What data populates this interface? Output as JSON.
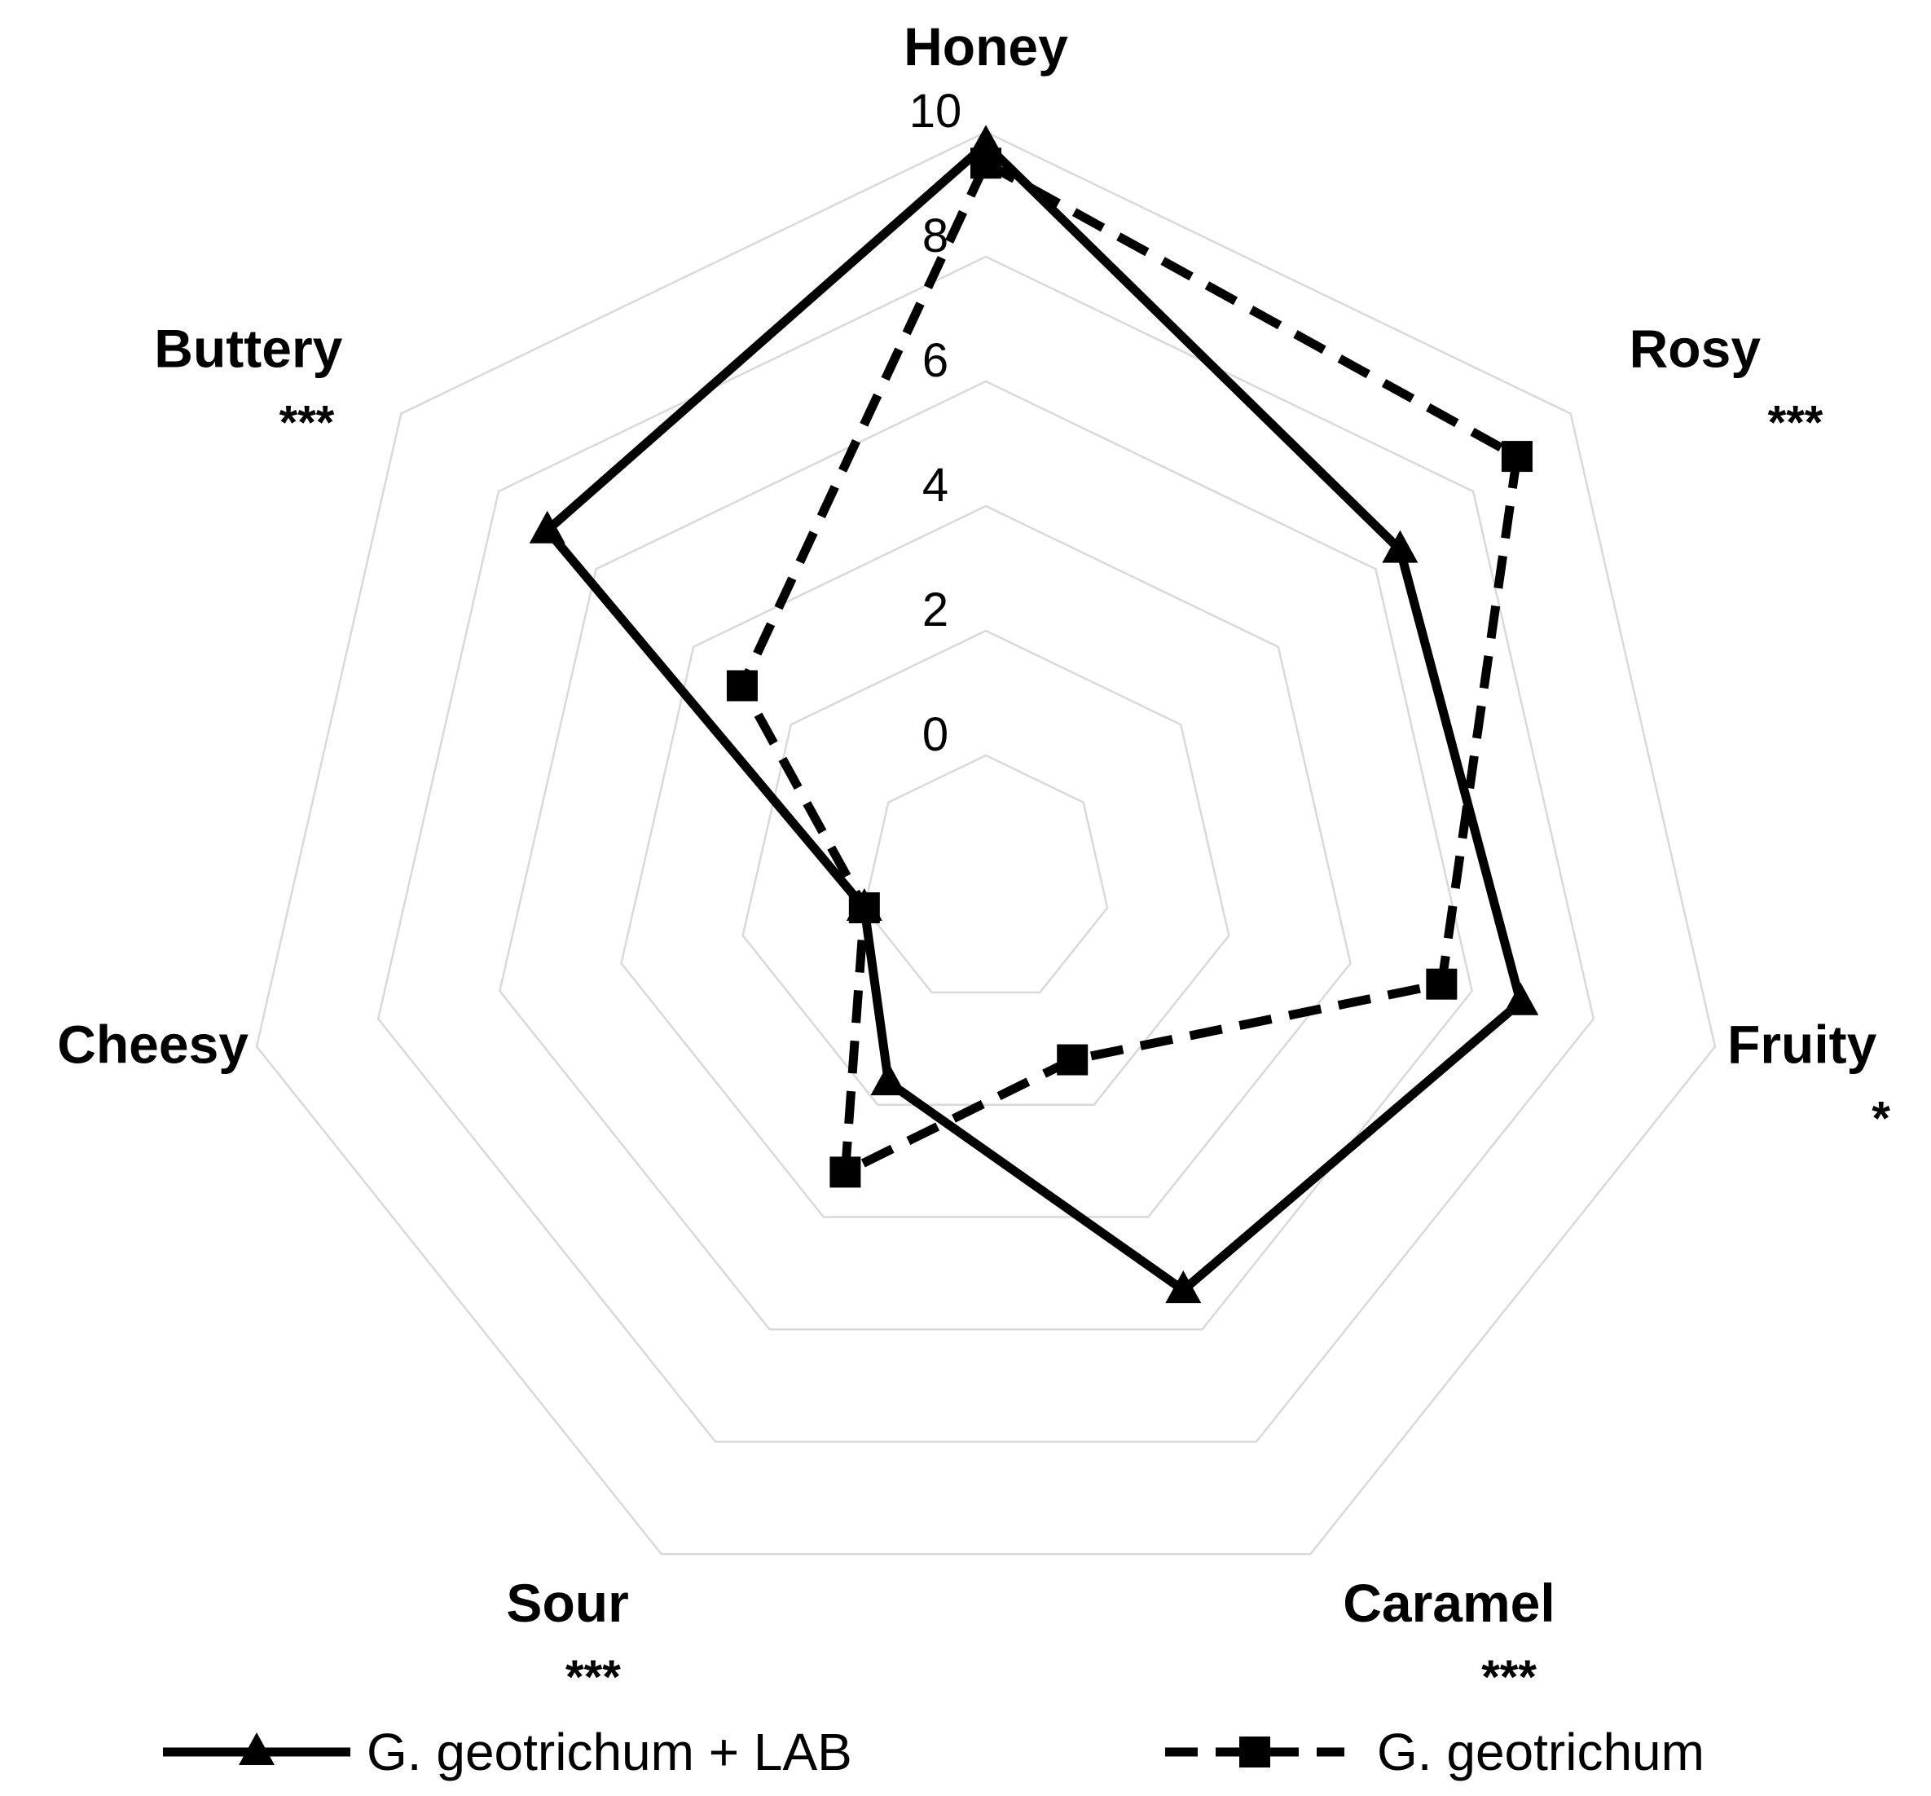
{
  "chart_data": {
    "type": "radar",
    "categories": [
      "Honey",
      "Rosy",
      "Fruity",
      "Caramel",
      "Sour",
      "Cheesy",
      "Buttery"
    ],
    "significance": [
      "",
      "***",
      "*",
      "***",
      "***",
      "",
      "***"
    ],
    "ticks": [
      "0",
      "2",
      "4",
      "6",
      "8",
      "10"
    ],
    "rlim": [
      -2,
      10
    ],
    "grid": true,
    "legend_position": "bottom",
    "series": [
      {
        "name": "G. geotrichum + LAB",
        "values": [
          9.8,
          6.5,
          6.8,
          5.3,
          1.6,
          0.0,
          7.0
        ],
        "line": "solid",
        "marker": "triangle",
        "color": "#000000"
      },
      {
        "name": "G. geotrichum",
        "values": [
          9.5,
          8.9,
          5.5,
          1.2,
          3.2,
          0.0,
          3.0
        ],
        "line": "dashed",
        "marker": "square",
        "color": "#000000"
      }
    ]
  }
}
